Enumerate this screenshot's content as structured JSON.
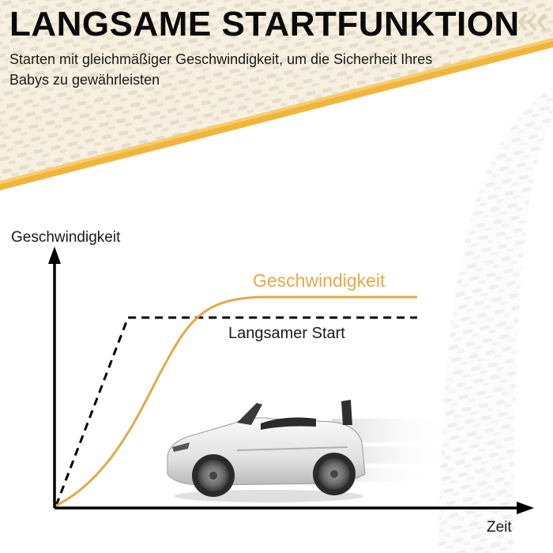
{
  "header": {
    "title": "LANGSAME STARTFUNKTION",
    "subtitle": "Starten mit gleichmäßiger Geschwindigkeit, um die Sicherheit Ihres Babys zu gewährleisten"
  },
  "colors": {
    "accent": "#f0b63c",
    "curve": "#e4a84b",
    "axis": "#000000",
    "background_band": "#f7efdf"
  },
  "chart_data": {
    "type": "line",
    "xlabel": "Zeit",
    "ylabel": "Geschwindigkeit",
    "series": [
      {
        "name": "Geschwindigkeit",
        "style": "solid",
        "color": "#e4a84b"
      },
      {
        "name": "Langsamer Start",
        "style": "dashed",
        "color": "#000000"
      }
    ]
  },
  "illustration": {
    "subject": "white ride-on toy car (motion blur)",
    "icon": "car-icon"
  }
}
